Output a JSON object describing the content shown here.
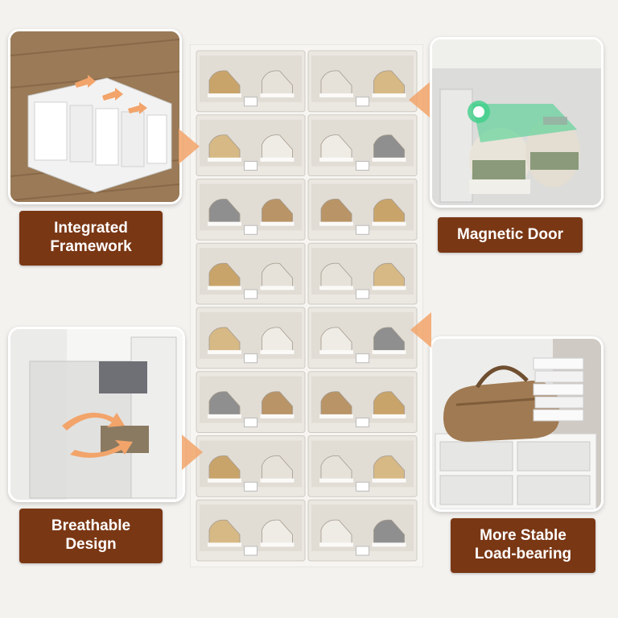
{
  "features": {
    "framework": "Integrated\nFramework",
    "magnetic": "Magnetic Door",
    "breathable": "Breathable\nDesign",
    "stable": "More Stable\nLoad-bearing"
  },
  "colors": {
    "label_bg": "#7a3714",
    "accent": "#f2a46a",
    "magnet_glow": "#3fd08a"
  },
  "product": {
    "columns": 2,
    "shelf_rows": 8
  }
}
